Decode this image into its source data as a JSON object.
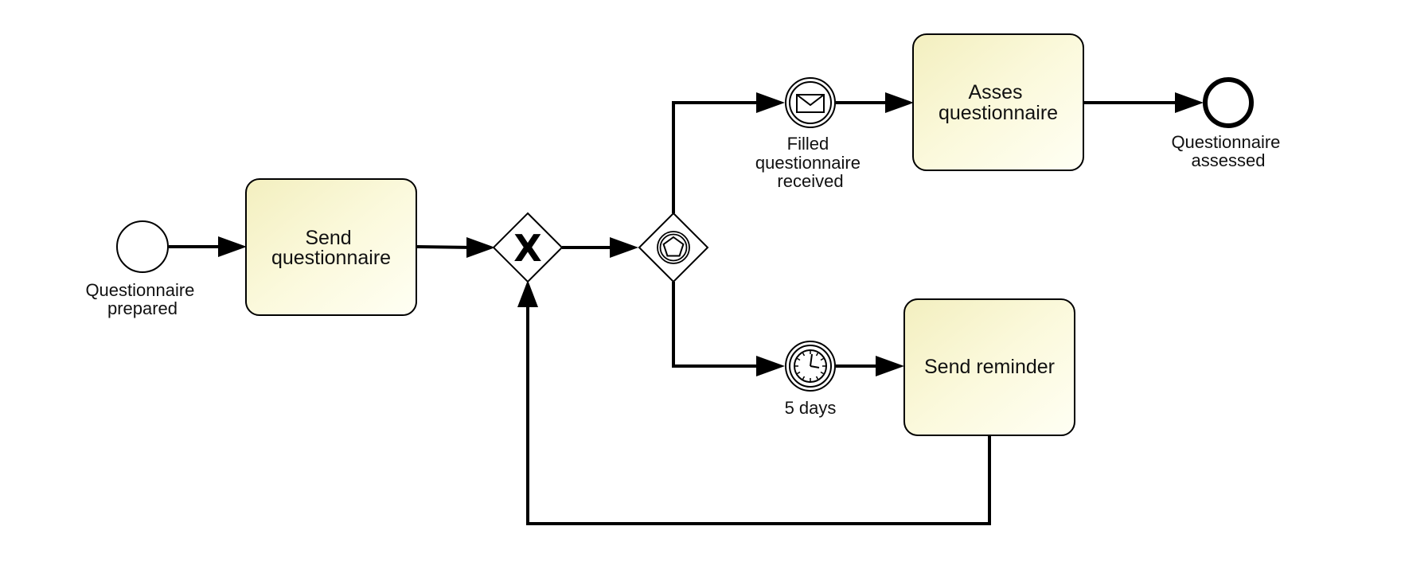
{
  "diagram": {
    "start_event": {
      "label": [
        "Questionnaire",
        "prepared"
      ]
    },
    "task_send_questionnaire": {
      "label": [
        "Send",
        "questionnaire"
      ]
    },
    "exclusive_gateway": {
      "marker": "X"
    },
    "event_based_gateway": {
      "icon": "pentagon-icon"
    },
    "message_event": {
      "label": [
        "Filled",
        "questionnaire",
        "received"
      ],
      "icon": "envelope-icon"
    },
    "timer_event": {
      "label": [
        "5 days"
      ],
      "icon": "clock-icon"
    },
    "task_asses_questionnaire": {
      "label": [
        "Asses",
        "questionnaire"
      ]
    },
    "task_send_reminder": {
      "label": [
        "Send reminder"
      ]
    },
    "end_event": {
      "label": [
        "Questionnaire",
        "assessed"
      ]
    }
  },
  "colors": {
    "task_fill_light": "#fffff2",
    "task_fill_dark": "#f6f3c9",
    "stroke": "#000000",
    "text": "#111111"
  }
}
